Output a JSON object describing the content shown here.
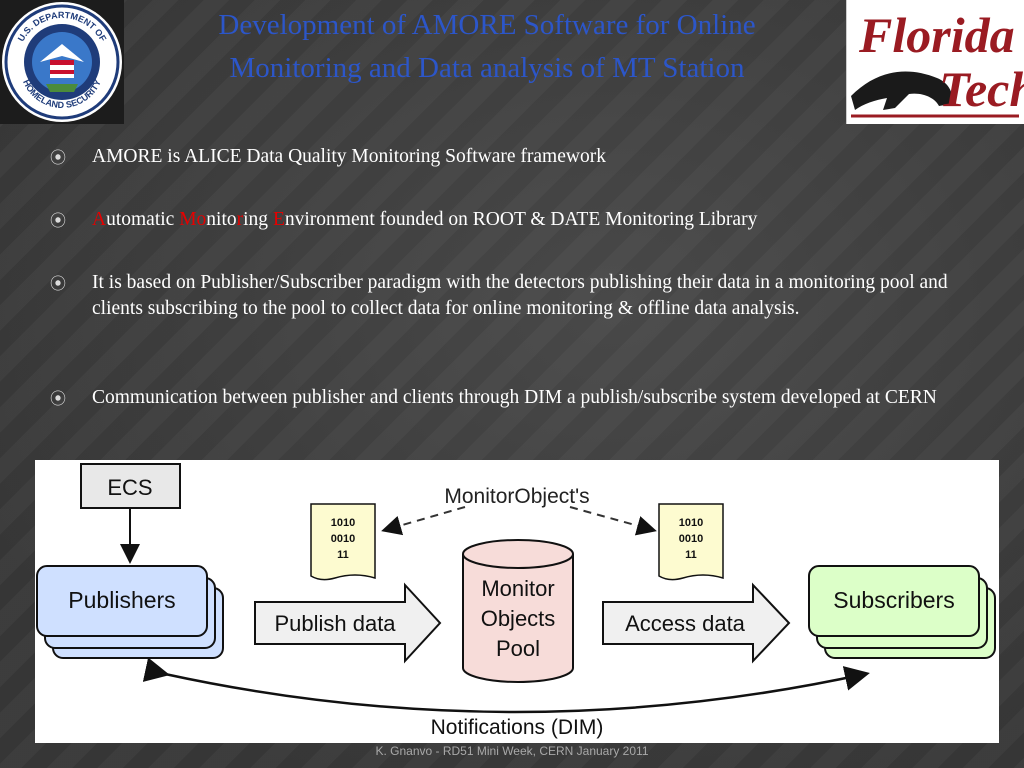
{
  "slide": {
    "title_line1": "Development of AMORE Software for Online",
    "title_line2": "Monitoring  and Data analysis of MT Station",
    "logo_left_text_top": "U.S. DEPARTMENT OF",
    "logo_left_text_bottom": "HOMELAND SECURITY",
    "logo_right_line1": "Florida",
    "logo_right_line2": "Tech",
    "bullets": [
      {
        "text": "AMORE is ALICE Data Quality Monitoring Software framework"
      },
      {
        "parts": [
          {
            "t": "A",
            "red": true
          },
          {
            "t": "utomatic ",
            "red": false
          },
          {
            "t": "Mo",
            "red": true
          },
          {
            "t": "nito",
            "red": false
          },
          {
            "t": "r",
            "red": true
          },
          {
            "t": "ing ",
            "red": false
          },
          {
            "t": "E",
            "red": true
          },
          {
            "t": "nvironment founded on ROOT & DATE Monitoring Library",
            "red": false
          }
        ]
      },
      {
        "text": "It is based on Publisher/Subscriber paradigm with the detectors publishing their data in a monitoring pool and clients subscribing to the pool to collect data for online monitoring & offline data analysis."
      },
      {
        "text": "Communication between publisher and clients through DIM a publish/subscribe  system developed at CERN"
      }
    ],
    "footer": "K. Gnanvo - RD51 Mini Week, CERN January 2011",
    "colors": {
      "title": "#2c56c9",
      "accent_red": "#e60000",
      "publishers_fill": "#cfe0ff",
      "subscribers_fill": "#dcffc8",
      "doc_fill": "#fdfbd0"
    }
  },
  "diagram": {
    "ecs": "ECS",
    "monitor_objects": "MonitorObject's",
    "doc_left": [
      "1010",
      "0010",
      "11"
    ],
    "doc_right": [
      "1010",
      "0010",
      "11"
    ],
    "publishers": "Publishers",
    "subscribers": "Subscribers",
    "publish_data": "Publish data",
    "access_data": "Access data",
    "pool": [
      "Monitor",
      "Objects",
      "Pool"
    ],
    "notifications": "Notifications (DIM)"
  }
}
